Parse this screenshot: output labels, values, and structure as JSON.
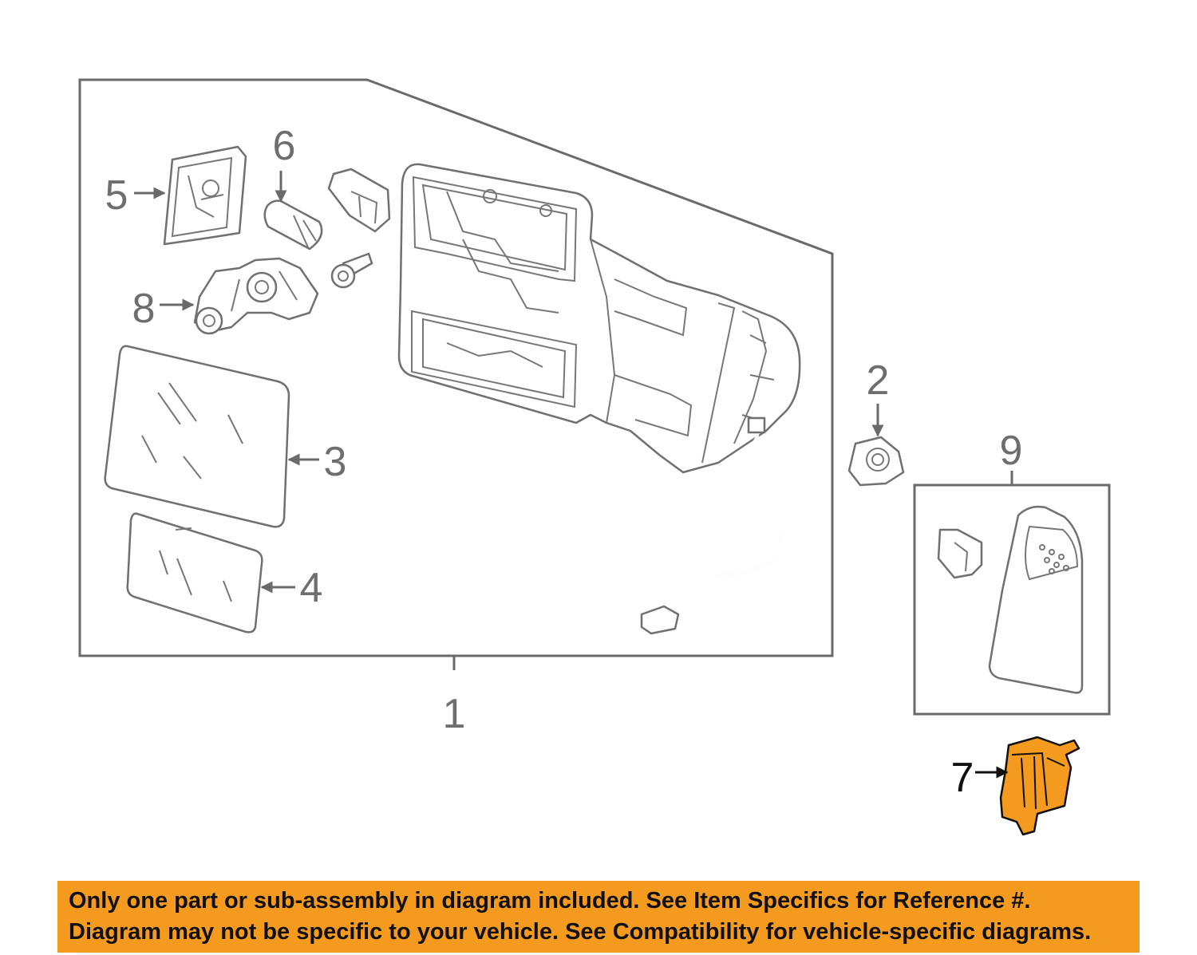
{
  "callouts": {
    "c1": "1",
    "c2": "2",
    "c3": "3",
    "c4": "4",
    "c5": "5",
    "c6": "6",
    "c7": "7",
    "c8": "8",
    "c9": "9"
  },
  "highlight_color": "#f39a1f",
  "banner": {
    "line1": "Only one part or sub-assembly in diagram included. See Item Specifics for Reference #.",
    "line2": "Diagram may not be specific to your vehicle. See Compatibility for vehicle-specific diagrams."
  }
}
